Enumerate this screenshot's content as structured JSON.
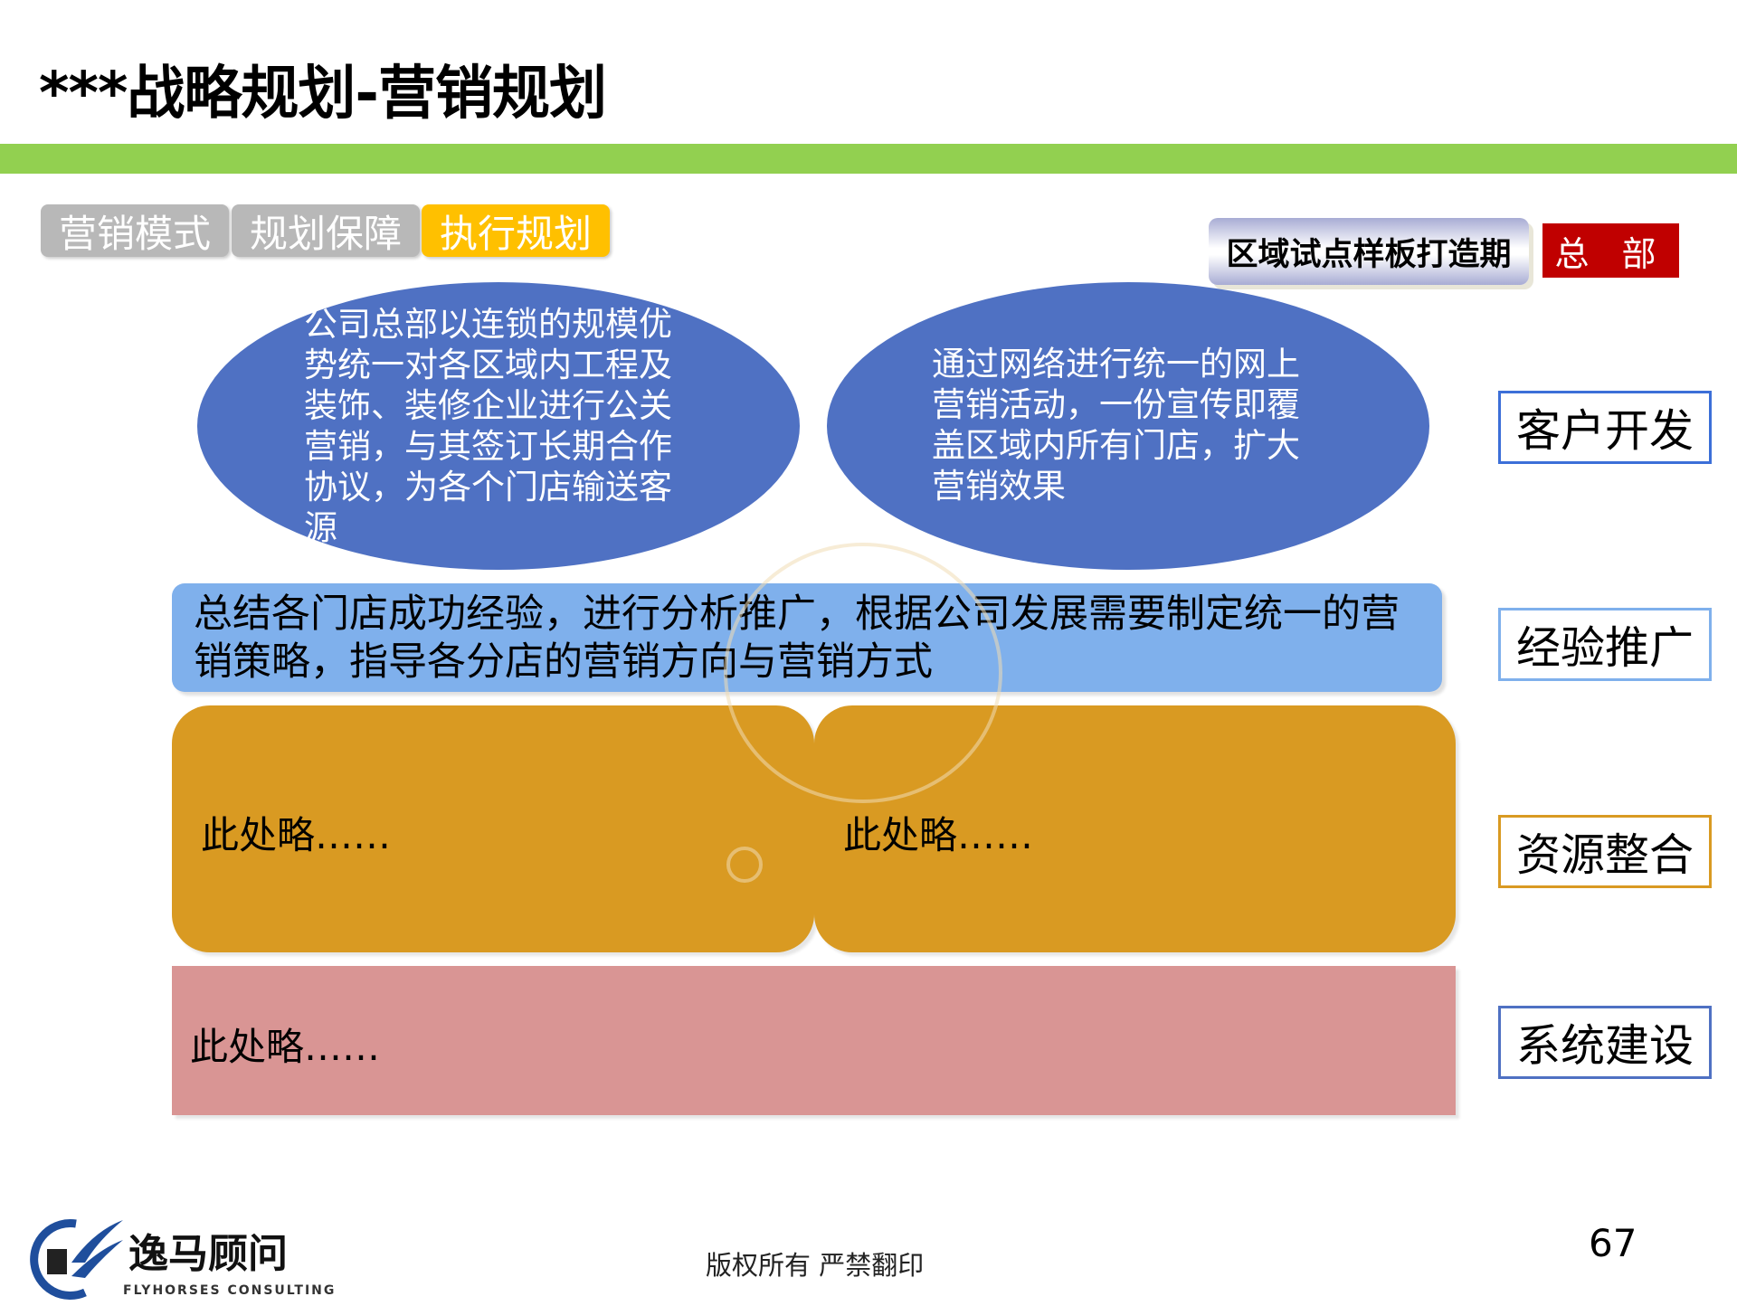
{
  "title": "***战略规划-营销规划",
  "tabs": [
    {
      "label": "营销模式",
      "active": false
    },
    {
      "label": "规划保障",
      "active": false
    },
    {
      "label": "执行规划",
      "active": true
    }
  ],
  "stage_label": "区域试点样板打造期",
  "hq_label": "总 部",
  "ellipses": [
    {
      "text": "公司总部以连锁的规模优势统一对各区域内工程及装饰、装修企业进行公关营销，与其签订长期合作协议，为各个门店输送客源"
    },
    {
      "text": "通过网络进行统一的网上营销活动，一份宣传即覆盖区域内所有门店，扩大营销效果"
    }
  ],
  "summary_bar": "总结各门店成功经验，进行分析推广，根据公司发展需要制定统一的营销策略，指导各分店的营销方向与营销方式",
  "resource_blocks": [
    "此处略……",
    "此处略……"
  ],
  "system_block": "此处略……",
  "side_labels": [
    "客户开发",
    "经验推广",
    "资源整合",
    "系统建设"
  ],
  "footer": {
    "copyright": "版权所有  严禁翻印",
    "page_number": "67"
  },
  "logo": {
    "name_cn": "逸马顾问",
    "name_en": "FLYHORSES CONSULTING"
  },
  "colors": {
    "green_bar": "#92d050",
    "tab_active": "#ffc000",
    "tab_inactive": "#b8b8b8",
    "ellipse": "#4f71c3",
    "summary_bar": "#7fb0ec",
    "orange": "#d99a22",
    "pink": "#d99594",
    "hq": "#c00000"
  }
}
